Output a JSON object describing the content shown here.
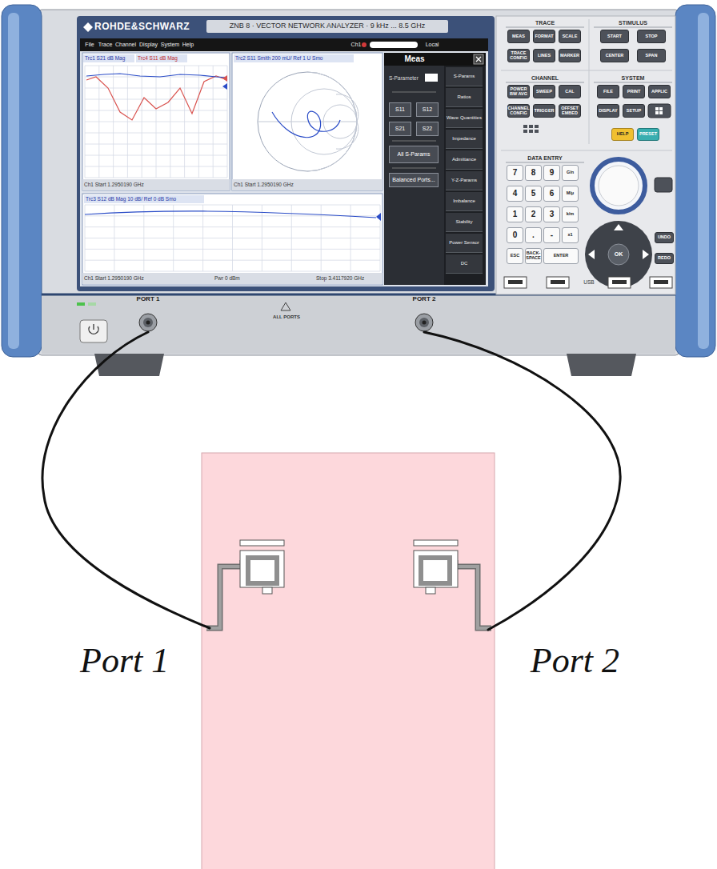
{
  "diagram": {
    "nodes": [
      {
        "text": [
          "PORT 1"
        ]
      },
      {
        "text": [
          "PORT 2"
        ]
      },
      {
        "text": [
          "Port 1"
        ]
      },
      {
        "text": [
          "Port 2"
        ]
      }
    ],
    "edges": [
      {
        "from": 0,
        "to": 2,
        "arrow": "none"
      },
      {
        "from": 1,
        "to": 3,
        "arrow": "none"
      }
    ],
    "labels": [
      "ROHDE&SCHWARZ",
      "ZNB 8 · VECTOR NETWORK ANALYZER · 9 kHz ... 8.5 GHz",
      "File",
      "Trace",
      "Channel",
      "Display",
      "System",
      "Help",
      "Ch1",
      "Local",
      "Trc1 S21 dB Mag",
      "Trc4 S11 dB Mag",
      "Trc2 S11 Smith 200 mU/ Ref 1 U Smo",
      "Trc3 S12 dB Mag 10 dB/ Ref 0 dB Smo",
      "Ch1 Start 1.2950190 GHz",
      "Ch1 Start 1.2950190 GHz",
      "Ch1 Start 1.2950190 GHz",
      "Pwr 0 dBm",
      "Stop 3.4117920 GHz",
      "Meas",
      "S-Parameter",
      "S11",
      "S12",
      "S21",
      "S22",
      "All S-Params",
      "Balanced Ports...",
      "S-Params",
      "Ratios",
      "Wave Quantities",
      "Impedance",
      "Admittance",
      "Y-Z-Params",
      "Imbalance",
      "Stability",
      "Power Sensor",
      "DC",
      "TRACE",
      "STIMULUS",
      "MEAS",
      "FORMAT",
      "SCALE",
      "TRACE CONFIG",
      "LINES",
      "MARKER",
      "START",
      "STOP",
      "CENTER",
      "SPAN",
      "CHANNEL",
      "SYSTEM",
      "POWER BW AVG",
      "SWEEP",
      "CAL",
      "CHANNEL CONFIG",
      "TRIGGER",
      "OFFSET EMBED",
      "FILE",
      "PRINT",
      "APPLIC",
      "DISPLAY",
      "SETUP",
      "HELP",
      "PRESET",
      "DATA ENTRY",
      "7",
      "8",
      "9",
      "G/n",
      "4",
      "5",
      "6",
      "M/μ",
      "1",
      "2",
      "3",
      "k/m",
      "0",
      ".",
      "-",
      "x1",
      "ESC",
      "BACK-SPACE",
      "ENTER",
      "OK",
      "UNDO",
      "REDO",
      "USB",
      "ALL PORTS"
    ]
  }
}
